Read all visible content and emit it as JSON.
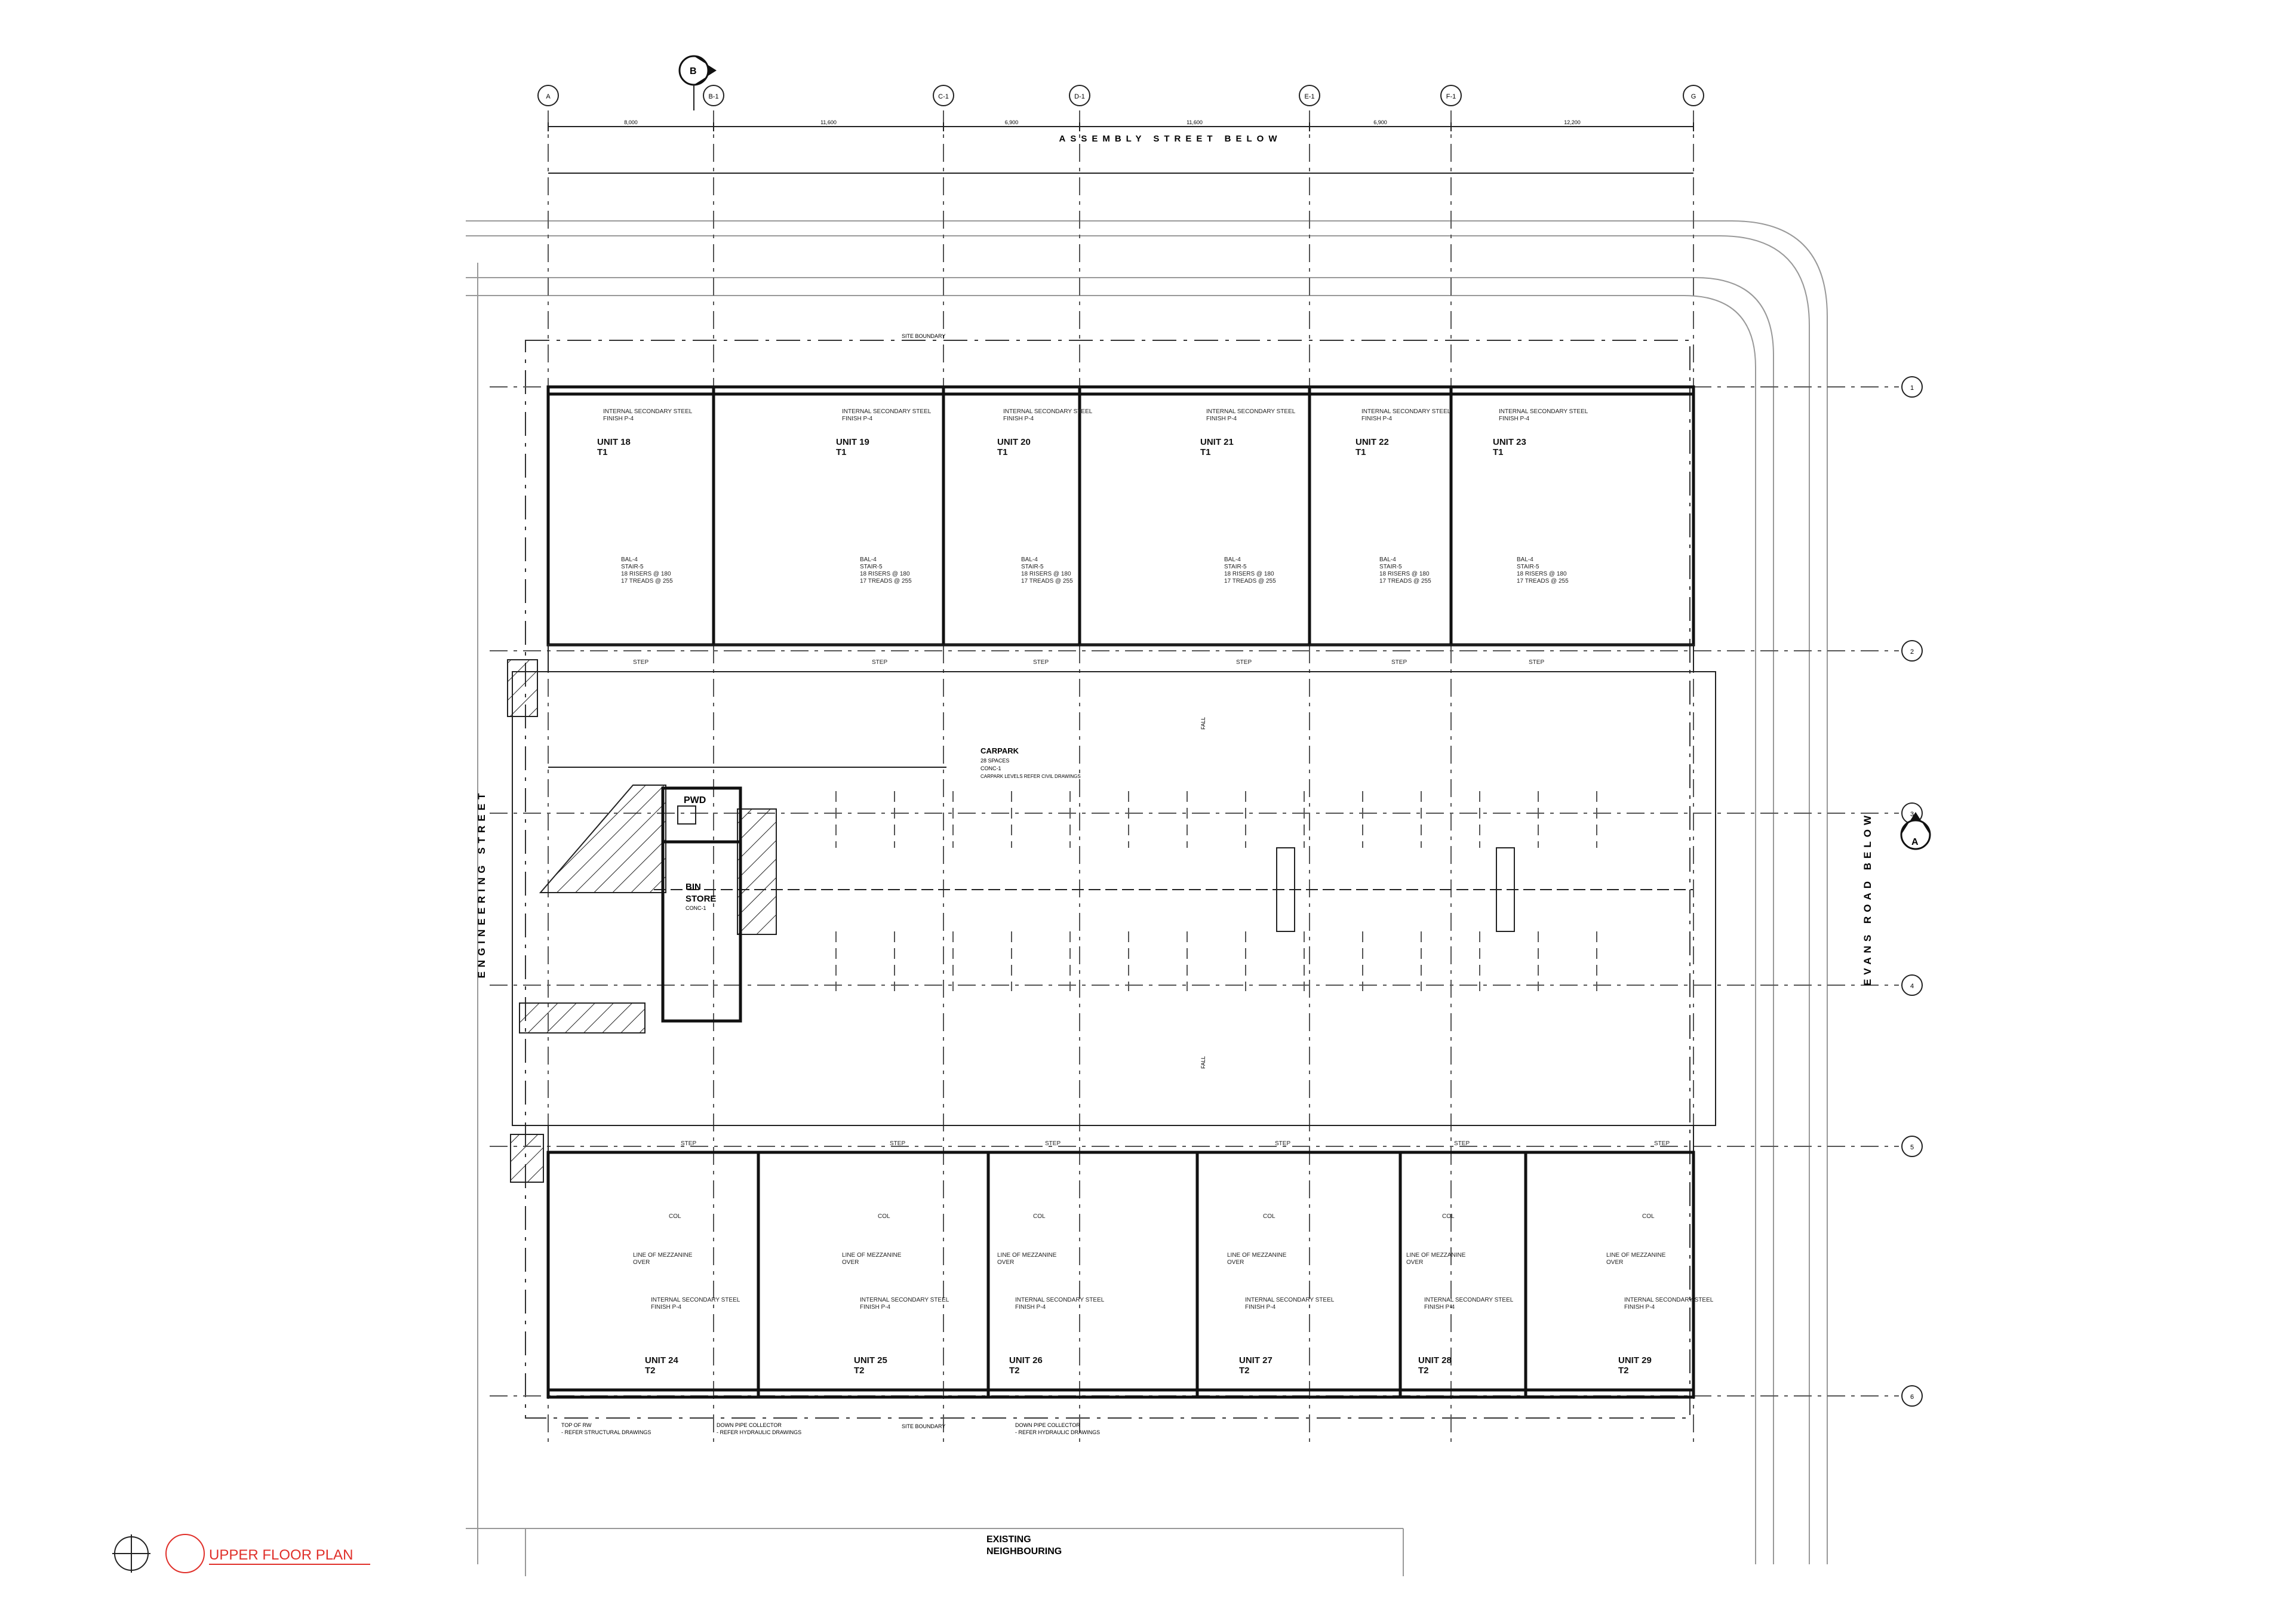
{
  "drawing": {
    "title": "UPPER FLOOR PLAN",
    "title_color": "#e0302a",
    "ink_color": "#1a1a1a"
  },
  "section_markers": [
    "B",
    "A"
  ],
  "grid_columns": [
    "A",
    "B-1",
    "C-1",
    "D-1",
    "E-1",
    "F-1",
    "G"
  ],
  "grid_rows": [
    "1",
    "2",
    "3",
    "4",
    "5",
    "6"
  ],
  "top_dimensions": [
    "8,000",
    "11,600",
    "6,900",
    "11,600",
    "6,900",
    "12,200"
  ],
  "streets": {
    "north": "ASSEMBLY STREET BELOW",
    "west": "ENGINEERING STREET",
    "east": "EVANS ROAD BELOW",
    "south": [
      "EXISTING",
      "NEIGHBOURING"
    ]
  },
  "site_boundary": "SITE BOUNDARY",
  "units_north": [
    {
      "name": "UNIT 18",
      "type": "T1"
    },
    {
      "name": "UNIT 19",
      "type": "T1"
    },
    {
      "name": "UNIT 20",
      "type": "T1"
    },
    {
      "name": "UNIT 21",
      "type": "T1"
    },
    {
      "name": "UNIT 22",
      "type": "T1"
    },
    {
      "name": "UNIT 23",
      "type": "T1"
    }
  ],
  "units_south": [
    {
      "name": "UNIT 24",
      "type": "T2"
    },
    {
      "name": "UNIT 25",
      "type": "T2"
    },
    {
      "name": "UNIT 26",
      "type": "T2"
    },
    {
      "name": "UNIT 27",
      "type": "T2"
    },
    {
      "name": "UNIT 28",
      "type": "T2"
    },
    {
      "name": "UNIT 29",
      "type": "T2"
    }
  ],
  "notes": {
    "steel": "INTERNAL SECONDARY STEEL",
    "finish": "FINISH P-4",
    "mezzanine": "LINE OF MEZZANINE",
    "mezzanine_over": "OVER",
    "stair": "BAL-4",
    "stair_spec": "STAIR-5",
    "risers": "18 RISERS @ 180",
    "treads": "17 TREADS @ 255",
    "col": "COL",
    "step": "STEP",
    "fall": "FALL"
  },
  "carpark": {
    "title": "CARPARK",
    "spaces": "28 SPACES",
    "finish": "CONC-1",
    "note": "CARPARK LEVELS REFER CIVIL DRAWINGS"
  },
  "pwd": {
    "label": "PWD"
  },
  "bin_store": {
    "label_1": "BIN",
    "label_2": "STORE",
    "finish": "CONC-1"
  },
  "bottom_notes": {
    "rw": "TOP OF RW",
    "rw_ref": "- REFER STRUCTURAL DRAWINGS",
    "dp": "DOWN PIPE COLLECTOR",
    "dp_ref": "- REFER HYDRAULIC DRAWINGS"
  }
}
